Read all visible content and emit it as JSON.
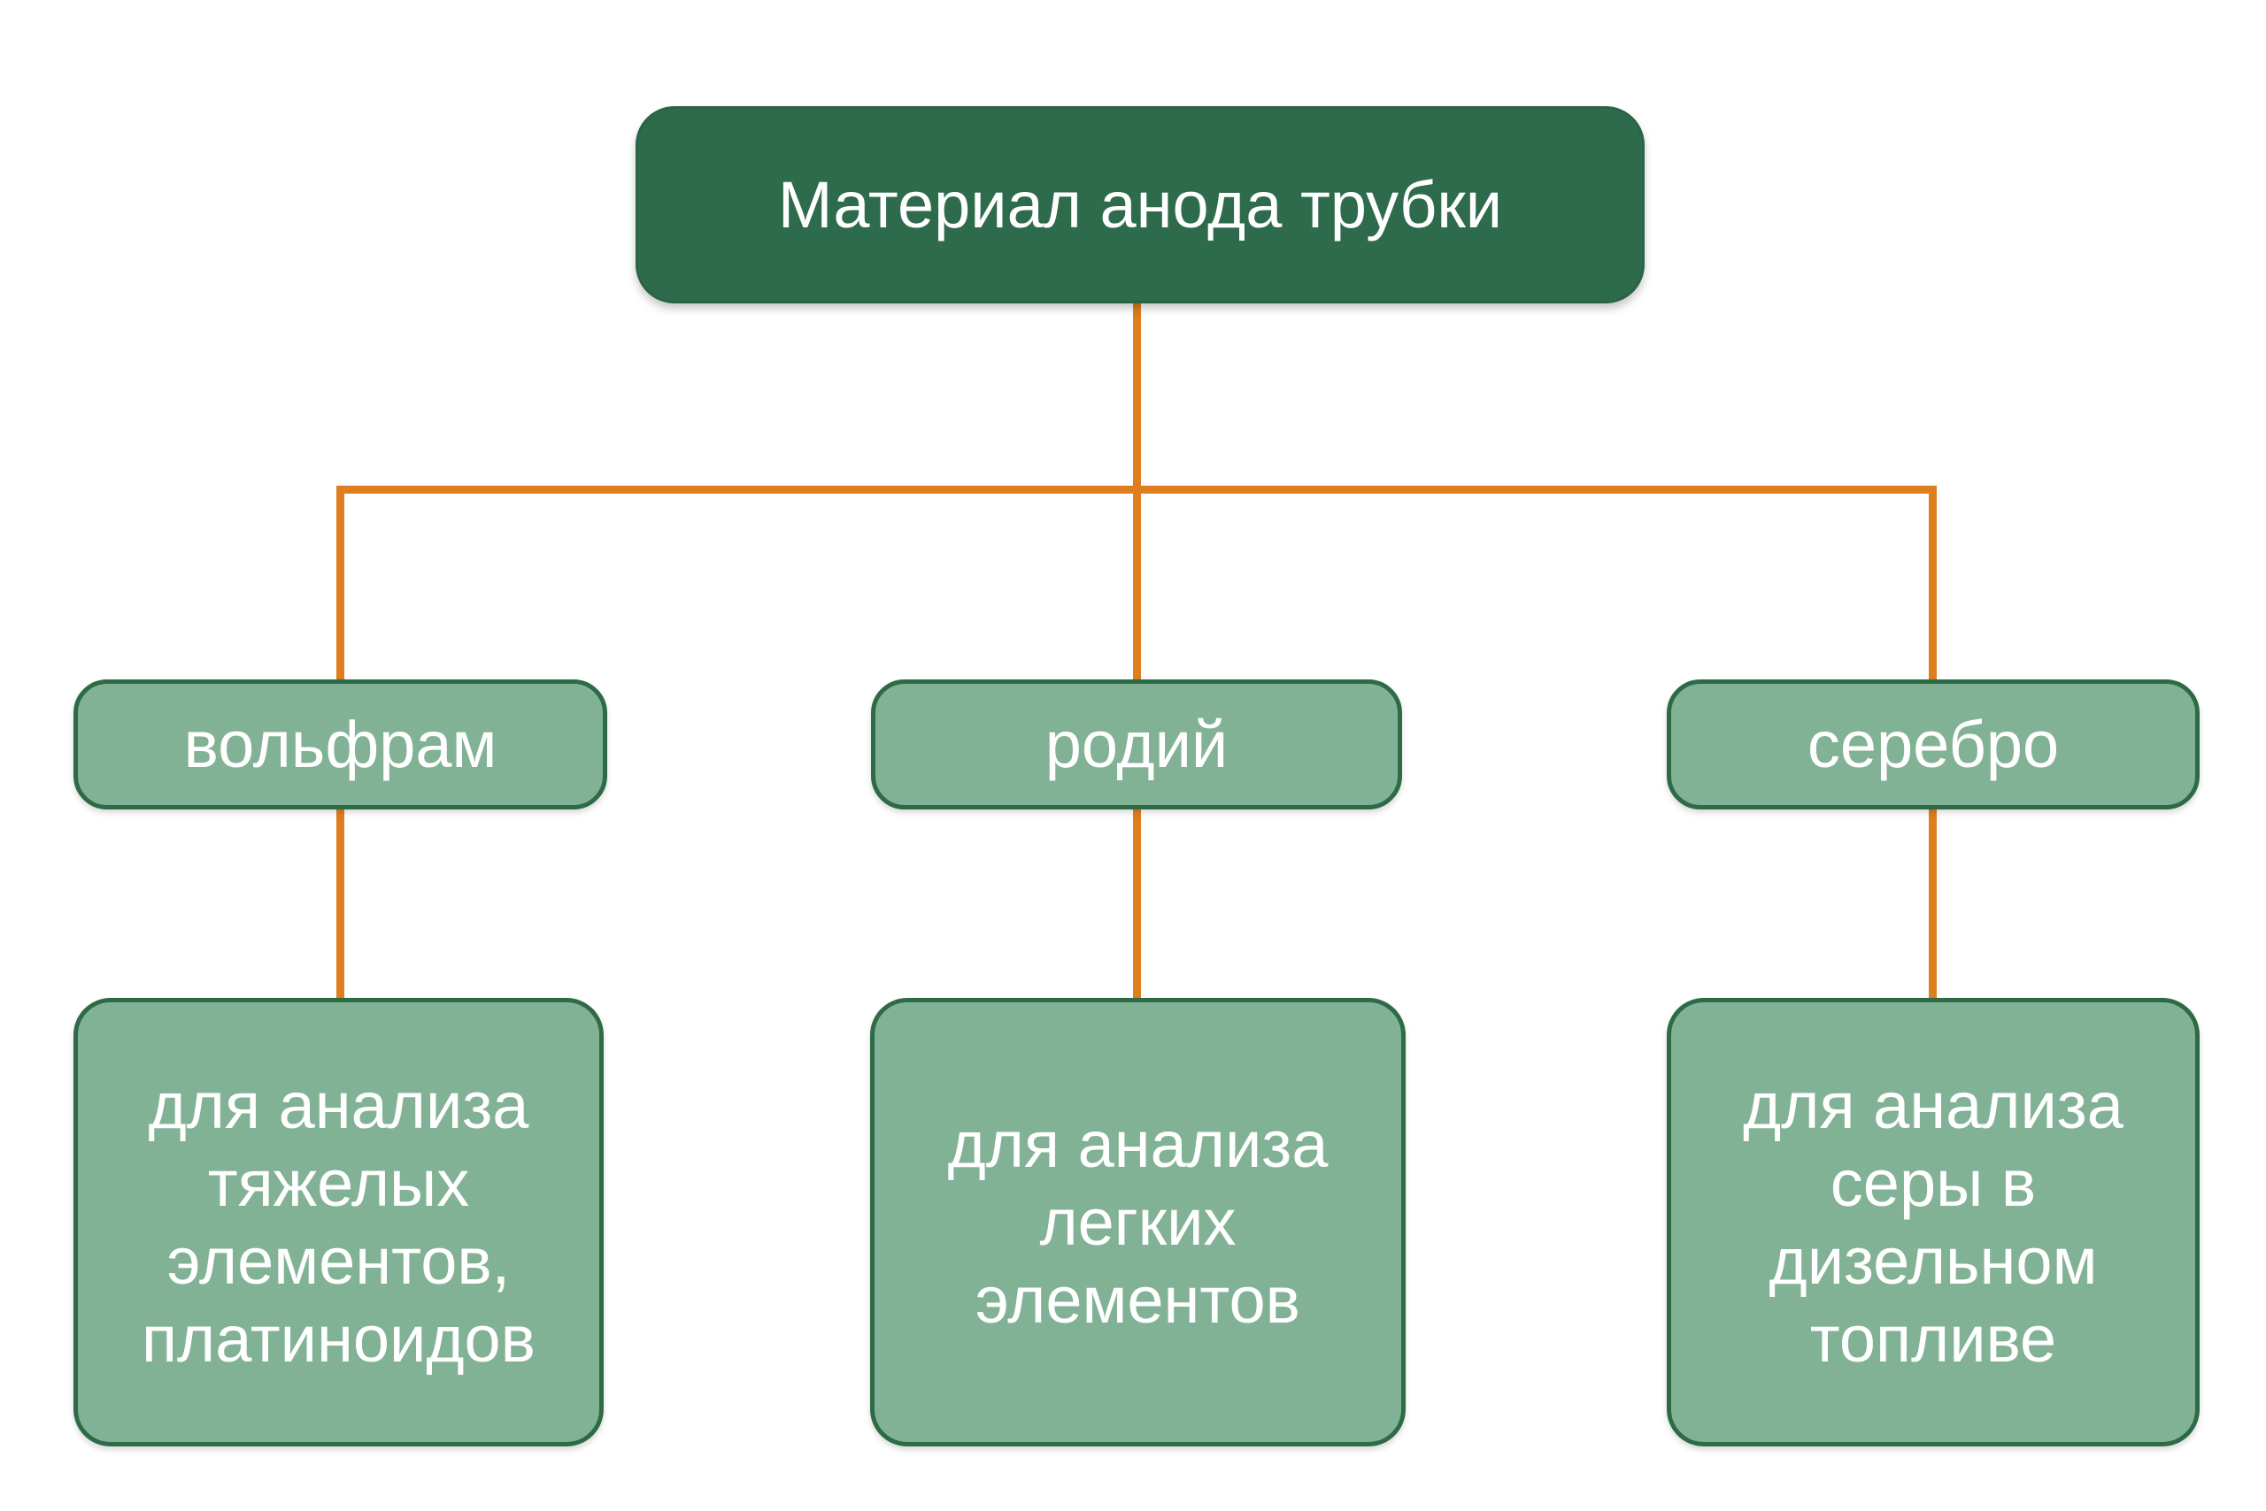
{
  "diagram": {
    "title": "Материал анода трубки",
    "branches": [
      {
        "id": "tungsten",
        "material": "вольфрам",
        "application": "для анализа\nтяжелых\nэлементов,\nплатиноидов"
      },
      {
        "id": "rhodium",
        "material": "родий",
        "application": "для анализа\nлегких\nэлементов"
      },
      {
        "id": "silver",
        "material": "серебро",
        "application": "для анализа\nсеры в\nдизельном\nтопливе"
      }
    ],
    "colors": {
      "root_fill": "#2E6B4C",
      "node_fill": "#82B295",
      "node_border": "#2D6B47",
      "connector": "#DE7E1E",
      "text": "#FFFFFF",
      "background": "#FFFFFF"
    }
  }
}
